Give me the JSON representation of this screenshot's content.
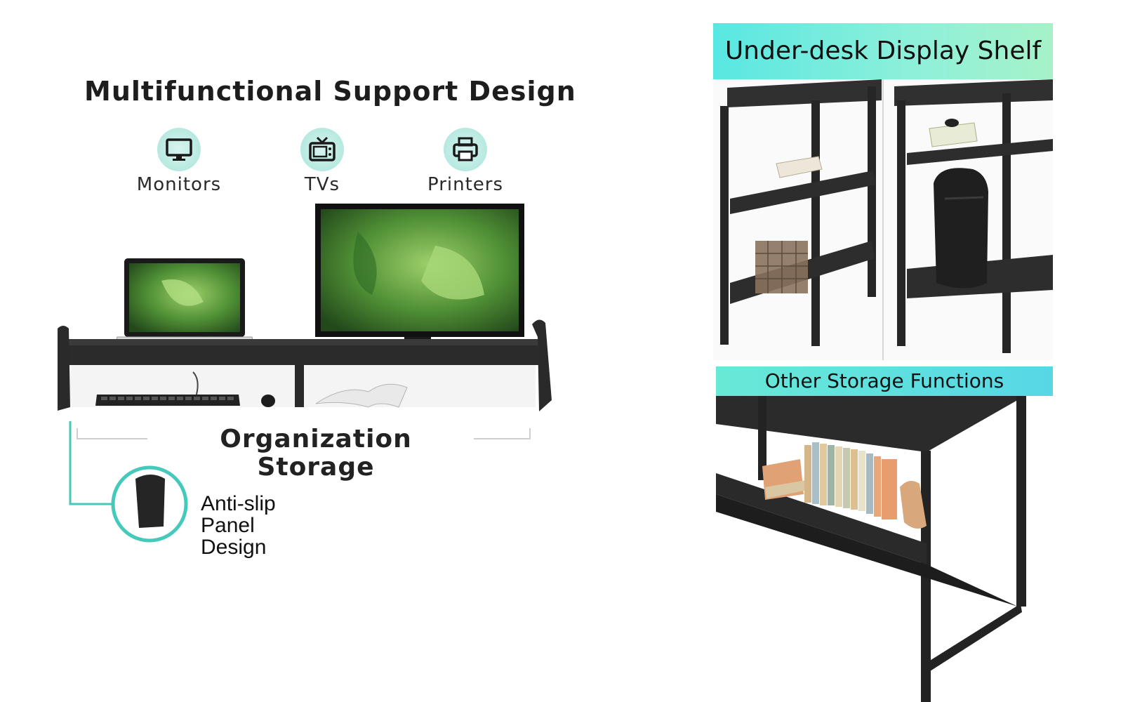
{
  "left_panel": {
    "title": "Multifunctional Support Design",
    "features": [
      {
        "icon": "monitor-icon",
        "label": "Monitors"
      },
      {
        "icon": "tv-icon",
        "label": "TVs"
      },
      {
        "icon": "printer-icon",
        "label": "Printers"
      }
    ],
    "organization_label": "Organization Storage",
    "antislip_lines": [
      "Anti-slip",
      "Panel",
      "Design"
    ]
  },
  "right_panel": {
    "top_banner": "Under-desk Display Shelf",
    "bottom_banner": "Other Storage Functions"
  },
  "colors": {
    "accent_teal": "#3fc6b8",
    "shelf_black": "#2a2a2a",
    "screen_green": "#5b9a3b"
  }
}
